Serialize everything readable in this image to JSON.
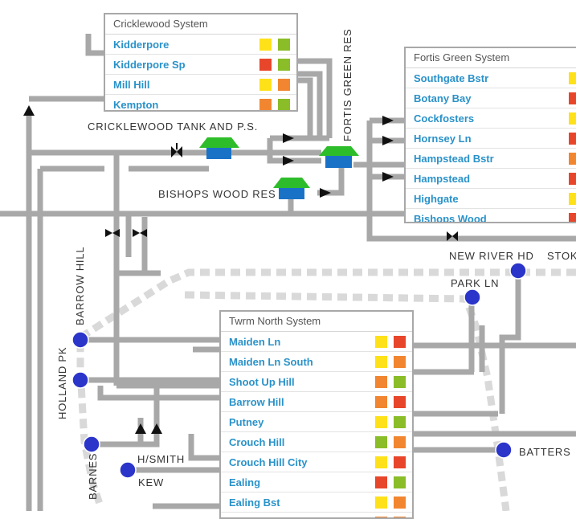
{
  "colors": {
    "pipe": "#a8a8a8",
    "dotted": "#d9d9d9",
    "node": "#2b35c9",
    "tank_roof": "#2ebd2a",
    "tank_body": "#1a72c7",
    "yellow": "#ffe11a",
    "green": "#8abd28",
    "orange": "#f28630",
    "red": "#e8462a",
    "link": "#2a92c9"
  },
  "panels": {
    "cricklewood": {
      "title": "Cricklewood System",
      "rows": [
        {
          "name": "Kidderpore",
          "s": [
            "yellow",
            "green"
          ]
        },
        {
          "name": "Kidderpore Sp",
          "s": [
            "red",
            "green"
          ]
        },
        {
          "name": "Mill Hill",
          "s": [
            "yellow",
            "orange"
          ]
        },
        {
          "name": "Kempton",
          "s": [
            "orange",
            "green"
          ]
        }
      ]
    },
    "fortis": {
      "title": "Fortis Green System",
      "rows": [
        {
          "name": "Southgate Bstr",
          "s": [
            "yellow"
          ]
        },
        {
          "name": "Botany Bay",
          "s": [
            "red"
          ]
        },
        {
          "name": "Cockfosters",
          "s": [
            "yellow"
          ]
        },
        {
          "name": "Hornsey Ln",
          "s": [
            "red"
          ]
        },
        {
          "name": "Hampstead Bstr",
          "s": [
            "orange"
          ]
        },
        {
          "name": "Hampstead",
          "s": [
            "red"
          ]
        },
        {
          "name": "Highgate",
          "s": [
            "yellow"
          ]
        },
        {
          "name": "Bishops Wood",
          "s": [
            "red"
          ]
        }
      ]
    },
    "twrm": {
      "title": "Twrm North System",
      "rows": [
        {
          "name": "Maiden Ln",
          "s": [
            "yellow",
            "red"
          ]
        },
        {
          "name": "Maiden Ln South",
          "s": [
            "yellow",
            "orange"
          ]
        },
        {
          "name": "Shoot Up Hill",
          "s": [
            "orange",
            "green"
          ]
        },
        {
          "name": "Barrow Hill",
          "s": [
            "orange",
            "red"
          ]
        },
        {
          "name": "Putney",
          "s": [
            "yellow",
            "green"
          ]
        },
        {
          "name": "Crouch Hill",
          "s": [
            "green",
            "orange"
          ]
        },
        {
          "name": "Crouch Hill City",
          "s": [
            "yellow",
            "red"
          ]
        },
        {
          "name": "Ealing",
          "s": [
            "red",
            "green"
          ]
        },
        {
          "name": "Ealing Bst",
          "s": [
            "yellow",
            "orange"
          ]
        },
        {
          "name": "",
          "s": [
            "orange",
            "orange"
          ]
        }
      ]
    }
  },
  "labels": {
    "cricklewood_tank": "CRICKLEWOOD TANK AND P.S.",
    "bishops_wood_res": "BISHOPS WOOD RES",
    "fortis_green_res": "FORTIS GREEN RES",
    "new_river_hd": "NEW RIVER HD",
    "stok": "STOK",
    "park_ln": "PARK LN",
    "barrow_hill": "BARROW HILL",
    "holland_pk": "HOLLAND PK",
    "barnes": "BARNES",
    "h_smith": "H/SMITH",
    "kew": "KEW",
    "batters": "BATTERS"
  }
}
